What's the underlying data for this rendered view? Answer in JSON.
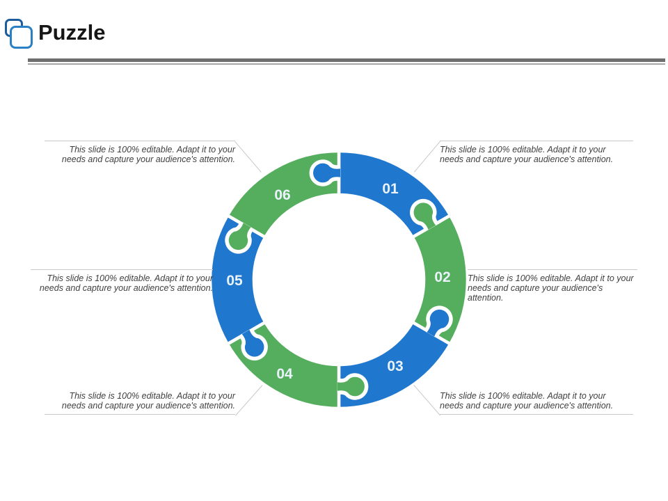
{
  "header": {
    "title": "Puzzle"
  },
  "colors": {
    "blue": "#2077CE",
    "green": "#55AE5E",
    "rule_gray": "#6f6f6f",
    "callout_text": "#3f3f3f"
  },
  "puzzle": {
    "pieces": [
      {
        "label": "01",
        "color": "blue"
      },
      {
        "label": "02",
        "color": "green"
      },
      {
        "label": "03",
        "color": "blue"
      },
      {
        "label": "04",
        "color": "green"
      },
      {
        "label": "05",
        "color": "blue"
      },
      {
        "label": "06",
        "color": "green"
      }
    ]
  },
  "callout": {
    "line1": "This slide is 100% editable. Adapt it to your",
    "line2": "needs and capture your audience's attention."
  }
}
